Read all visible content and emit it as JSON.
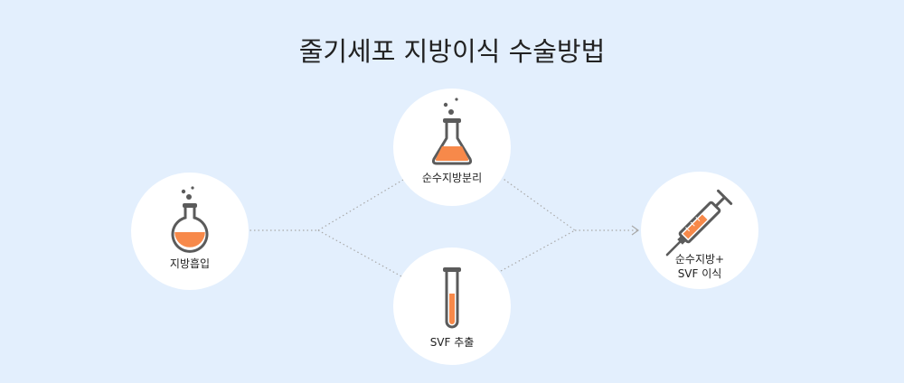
{
  "title": "줄기세포 지방이식 수술방법",
  "colors": {
    "background": "#e3effd",
    "accent": "#f7894a",
    "icon_gray": "#5b5b5b",
    "connector": "#a9a9a9"
  },
  "nodes": {
    "fat_suction": {
      "label": "지방흡입",
      "icon": "round-flask-icon"
    },
    "fat_separation": {
      "label": "순수지방분리",
      "icon": "conical-flask-icon"
    },
    "svf_extraction": {
      "label": "SVF 추출",
      "icon": "test-tube-icon"
    },
    "transplant": {
      "label_line1": "순수지방+",
      "label_line2": "SVF 이식",
      "icon": "syringe-icon"
    }
  }
}
